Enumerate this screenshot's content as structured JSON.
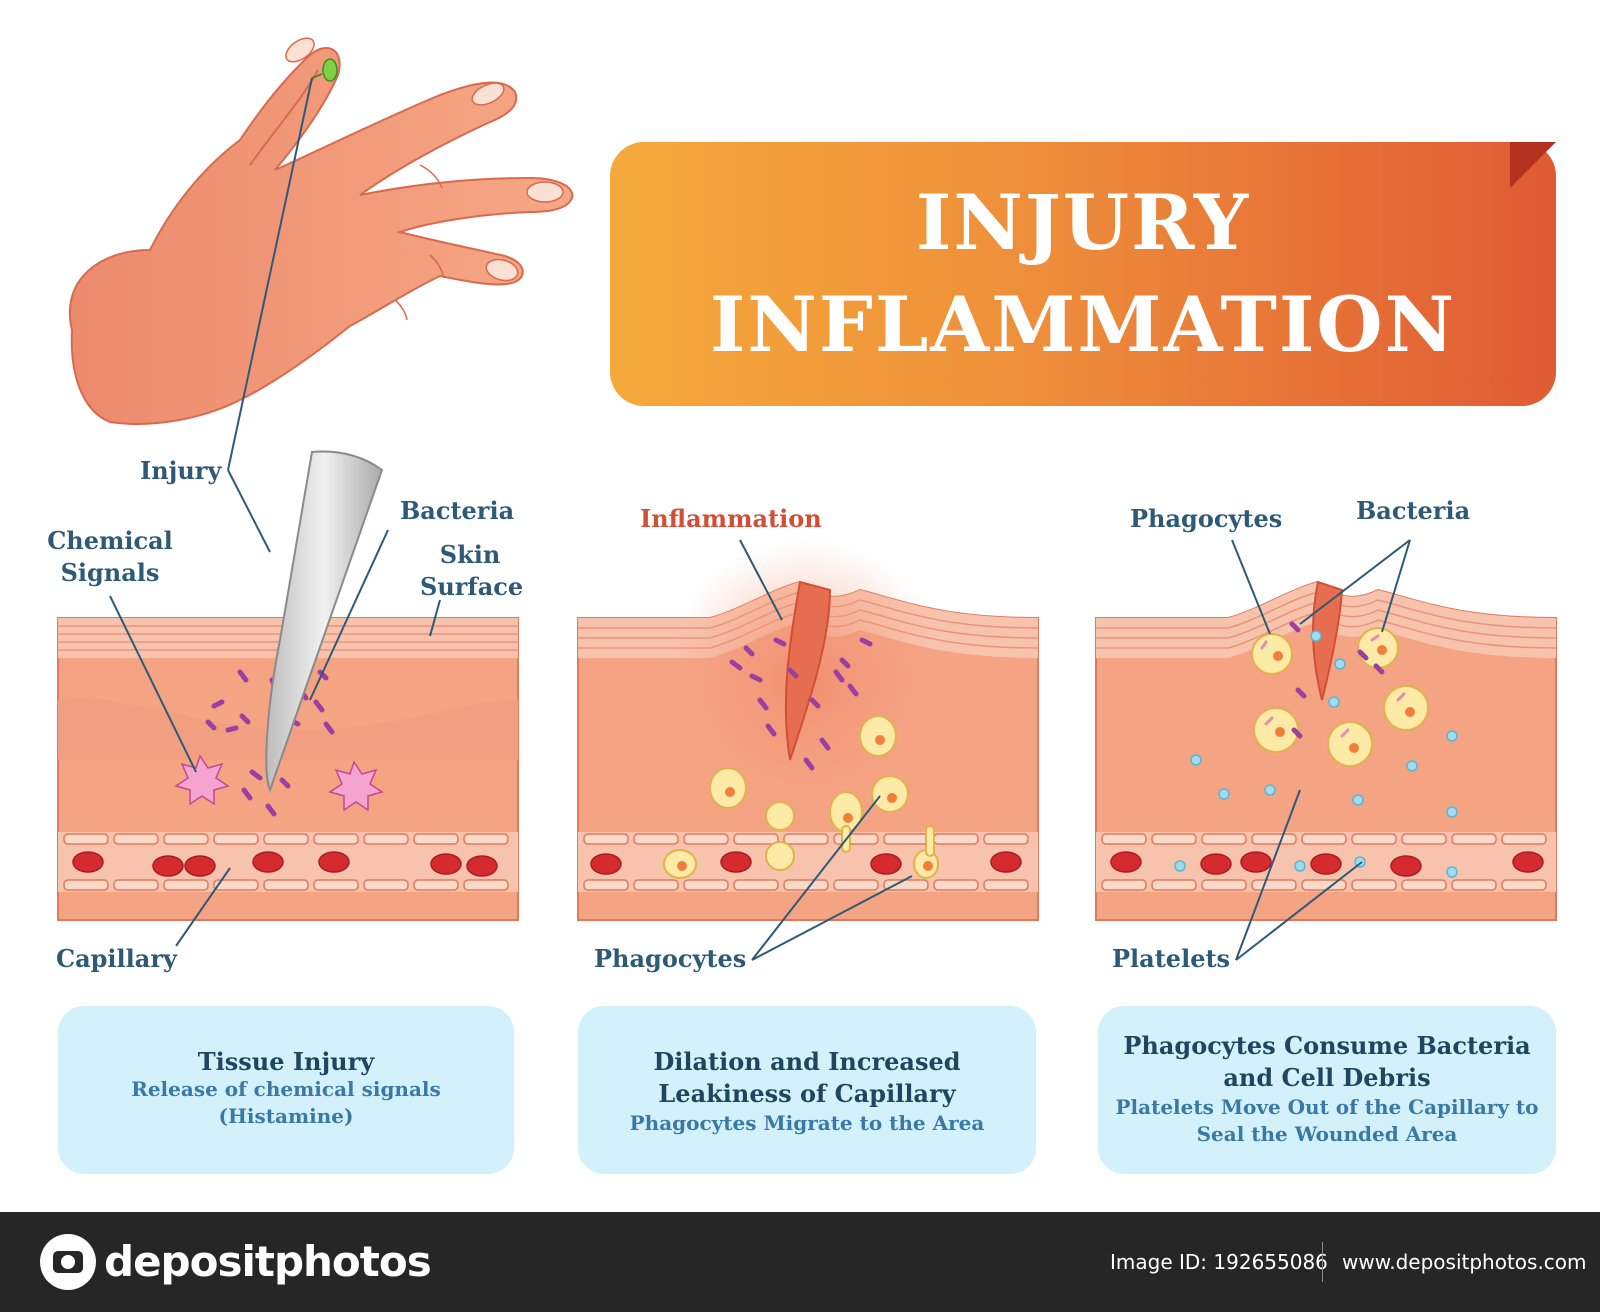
{
  "title": {
    "line1": "INJURY",
    "line2": "INFLAMMATION"
  },
  "labels": {
    "injury": "Injury",
    "chemical_signals_1": "Chemical",
    "chemical_signals_2": "Signals",
    "bacteria_1": "Bacteria",
    "skin_surface_1": "Skin",
    "skin_surface_2": "Surface",
    "capillary": "Capillary",
    "inflammation": "Inflammation",
    "phagocytes_2": "Phagocytes",
    "phagocytes_3": "Phagocytes",
    "bacteria_3": "Bacteria",
    "platelets": "Platelets"
  },
  "cards": [
    {
      "heading": [
        "Tissue Injury"
      ],
      "sub": [
        "Release of chemical signals",
        "(Histamine)"
      ]
    },
    {
      "heading": [
        "Dilation and Increased",
        "Leakiness of Capillary"
      ],
      "sub": [
        "Phagocytes Migrate to the Area"
      ]
    },
    {
      "heading": [
        "Phagocytes Consume Bacteria",
        "and Cell Debris"
      ],
      "sub": [
        "Platelets Move Out of the Capillary to",
        "Seal the Wounded Area"
      ]
    }
  ],
  "footer": {
    "brand": "depositphotos",
    "image_id": "Image ID: 192655086",
    "site": "www.depositphotos.com"
  },
  "colors": {
    "label": "#2e5a78",
    "label_red": "#d24f36",
    "tissue": "#f4a383",
    "skin": "#f8c3ad",
    "blood_cell": "#d52a2e",
    "bacteria": "#9b3fa3",
    "phagocyte": "#fdeaa6",
    "platelet": "#9fdcef",
    "card": "#d3f1fa",
    "banner_start": "#f5a93b",
    "banner_end": "#e05a34"
  }
}
